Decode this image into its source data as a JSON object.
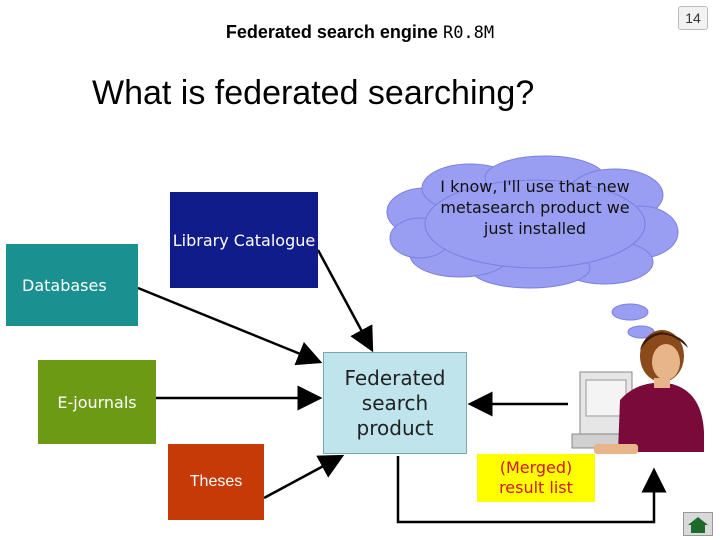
{
  "header": {
    "title": "Federated search engine",
    "version": "R0.8M"
  },
  "page_number": "14",
  "slide_title": "What is federated searching?",
  "sources": {
    "library": "Library Catalogue",
    "databases": "Databases",
    "ejournals": "E-journals",
    "theses": "Theses"
  },
  "product": "Federated search product",
  "result": "(Merged) result list",
  "thought": "I know, I'll use that new metasearch product we just installed",
  "colors": {
    "library": "#0f1c8a",
    "databases": "#1a9090",
    "ejournals": "#6d9a14",
    "theses": "#c63a08",
    "product": "#bfe4ec",
    "result_bg": "#ffff00",
    "result_text": "#d01818",
    "cloud": "#9a9ef2"
  },
  "icons": [
    "woman-at-computer-icon",
    "home-nav-icon"
  ]
}
